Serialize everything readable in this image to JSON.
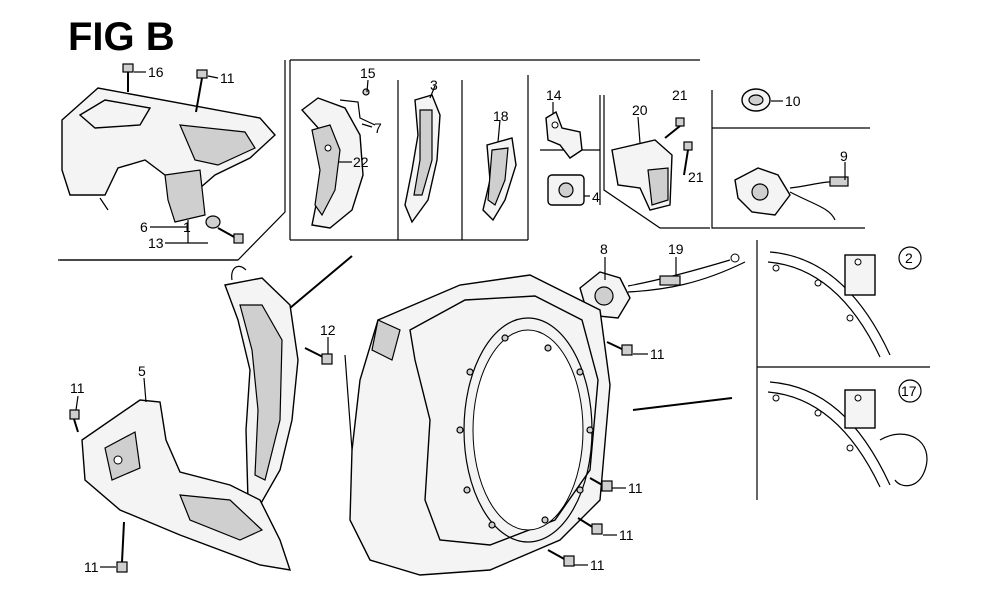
{
  "figure": {
    "title": "FIG B"
  },
  "callouts": {
    "c16": "16",
    "c11a": "11",
    "c15": "15",
    "c3": "3",
    "c18": "18",
    "c14": "14",
    "c20": "20",
    "c21a": "21",
    "c10": "10",
    "c7": "7",
    "c22": "22",
    "c4": "4",
    "c21b": "21",
    "c9": "9",
    "c6": "6",
    "c1": "1",
    "c13": "13",
    "c8": "8",
    "c19": "19",
    "c2": "2",
    "c12": "12",
    "c11b": "11",
    "c5": "5",
    "c11c": "11",
    "c17": "17",
    "c11d": "11",
    "c11e": "11",
    "c11f": "11",
    "c11g": "11"
  }
}
